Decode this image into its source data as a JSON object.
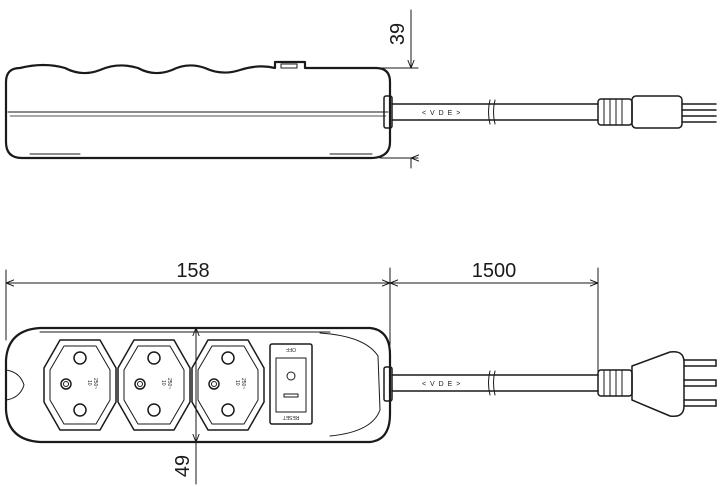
{
  "dimensions": {
    "height": "39",
    "length": "158",
    "cable_length": "1500",
    "width": "49"
  },
  "labels": {
    "cable_marking_top": "< V D E >",
    "cable_marking_bottom": "< V D E >",
    "switch_top": "OFF",
    "switch_bottom": "RESET",
    "socket_rating": [
      "10",
      "250~"
    ]
  }
}
